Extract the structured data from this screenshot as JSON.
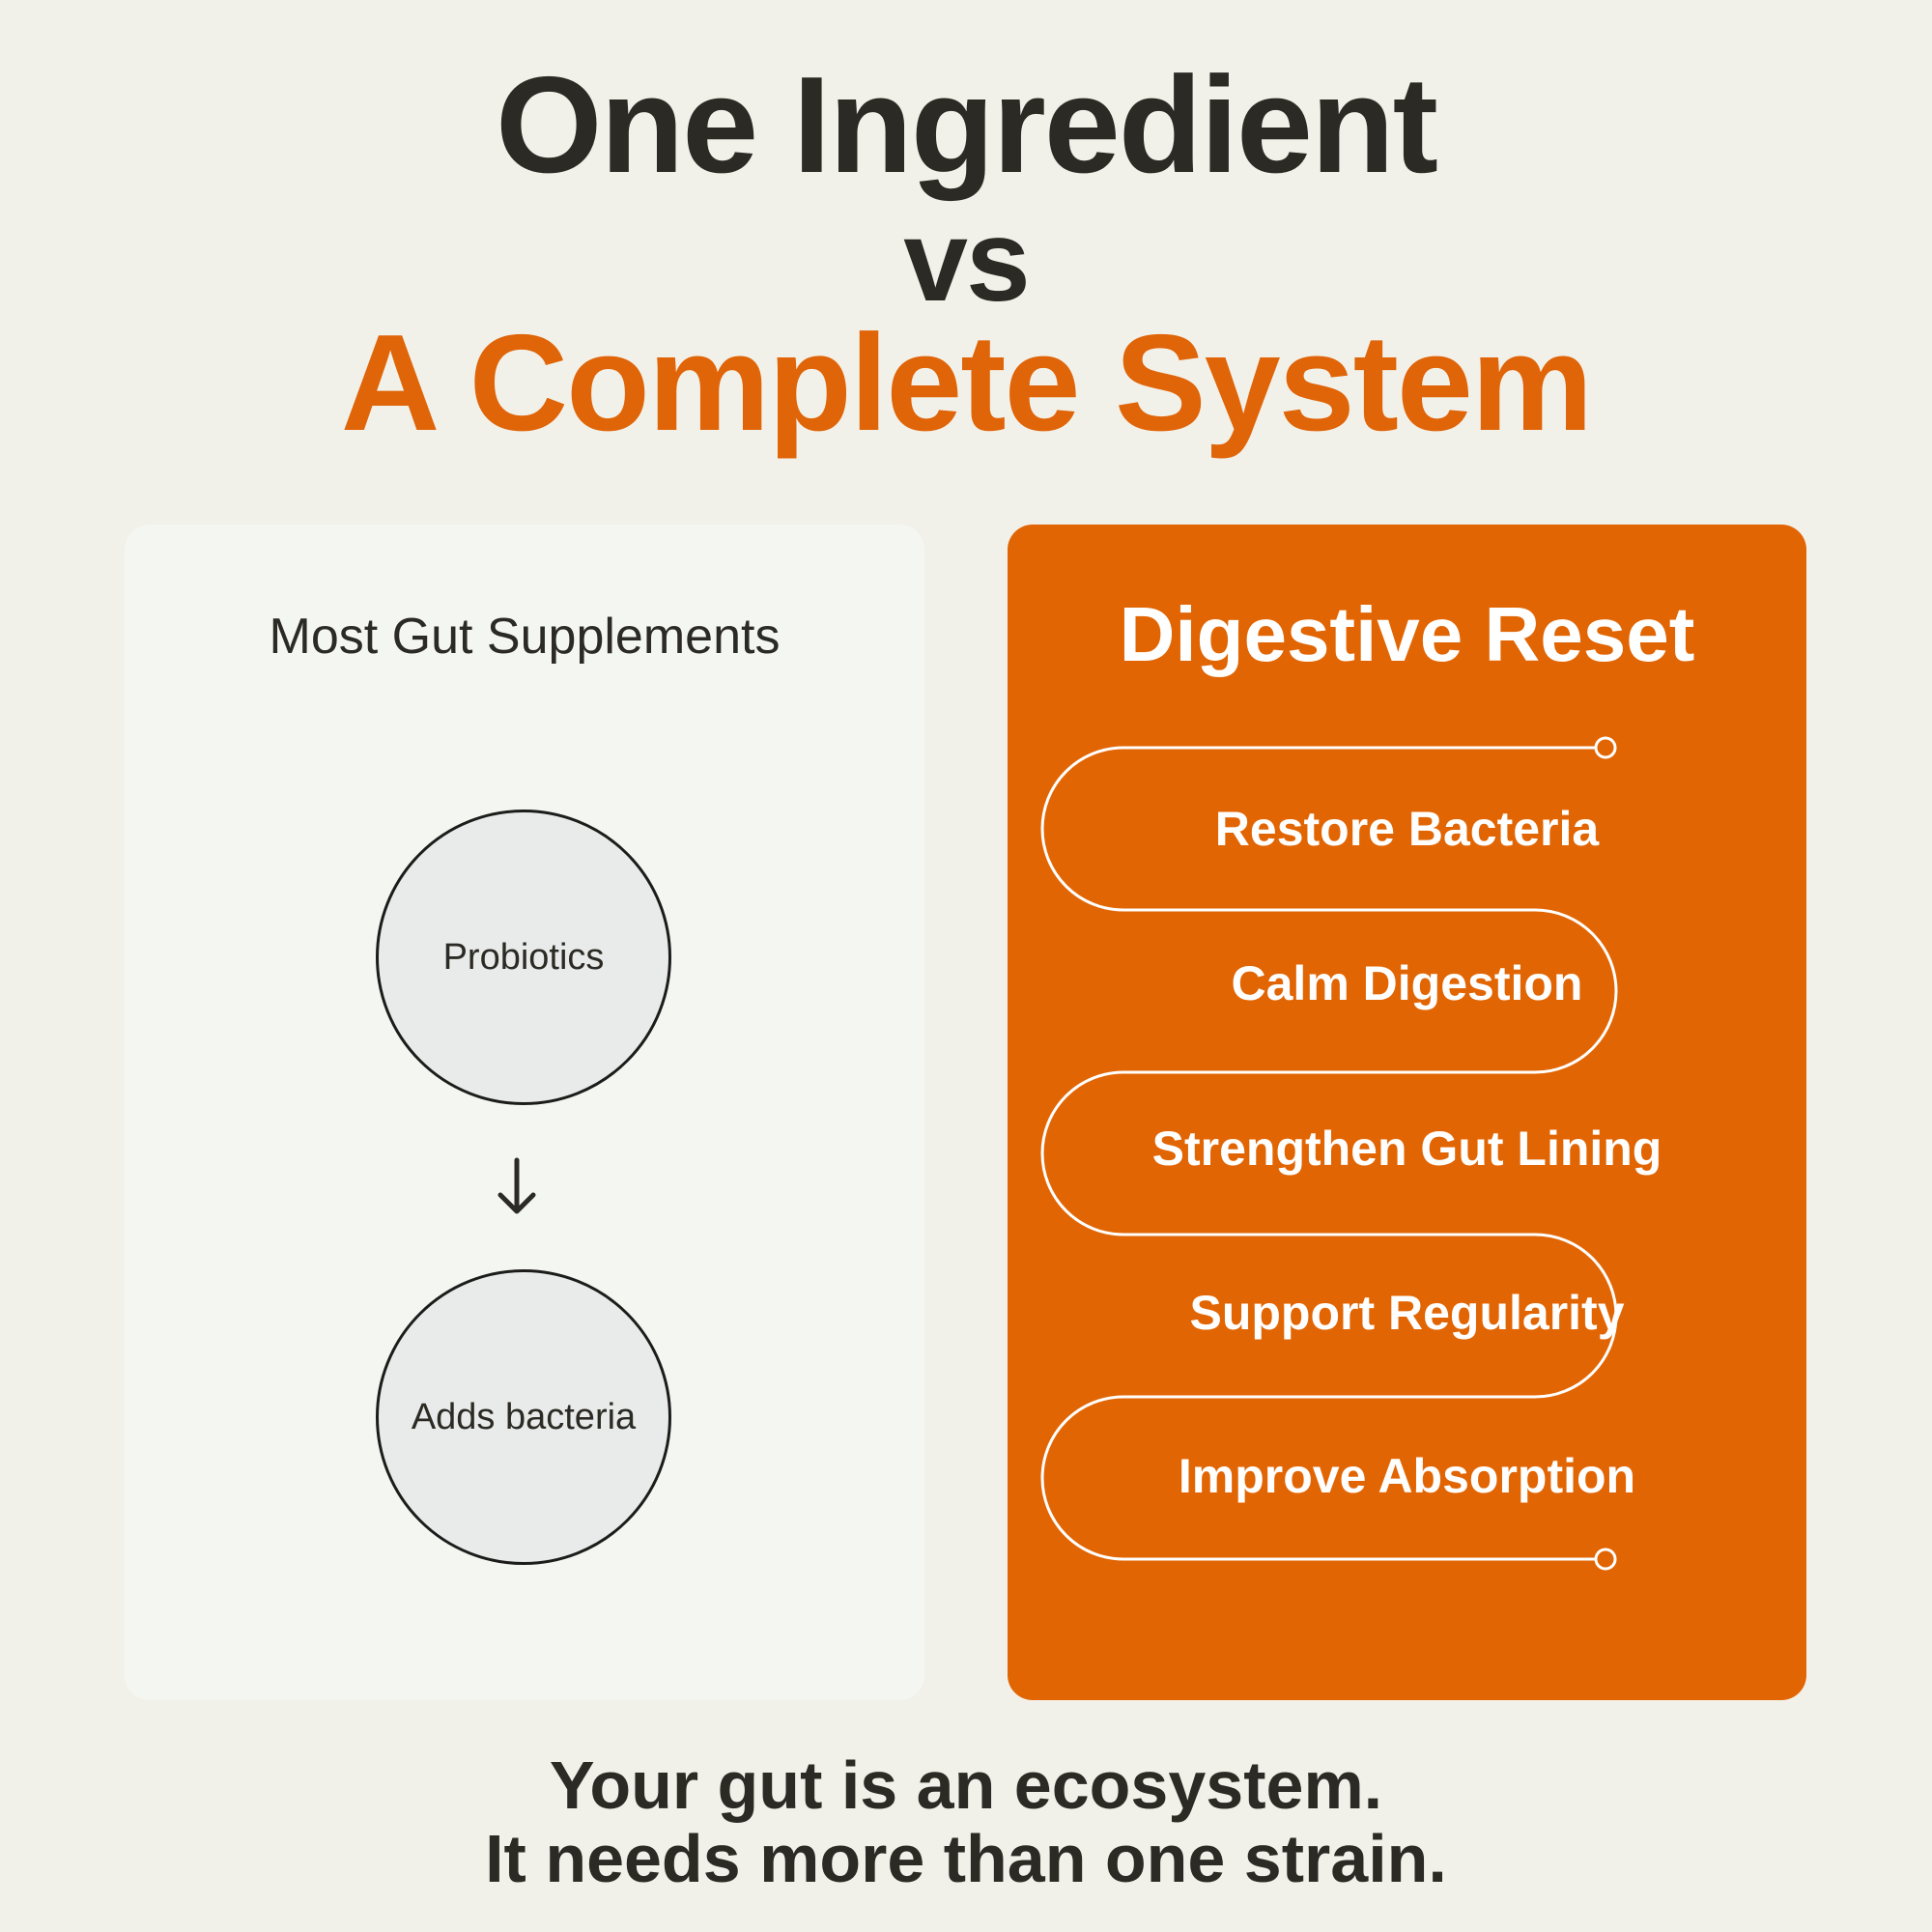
{
  "headline": {
    "line1": "One Ingredient",
    "line2": "vs",
    "line3": "A Complete System"
  },
  "colors": {
    "background": "#f2f1e9",
    "accent": "#e26503",
    "text": "#2b2a24",
    "left_card": "#f4f6f2",
    "circle_fill": "#e9ebea"
  },
  "left_card": {
    "title": "Most Gut Supplements",
    "nodes": [
      "Probiotics",
      "Adds bacteria"
    ],
    "connector_icon": "arrow-down-icon"
  },
  "right_card": {
    "title": "Digestive Reset",
    "steps": [
      "Restore Bacteria",
      "Calm Digestion",
      "Strengthen Gut Lining",
      "Support Regularity",
      "Improve Absorption"
    ]
  },
  "footer": {
    "line1": "Your gut is an ecosystem.",
    "line2": "It needs more than one strain."
  }
}
